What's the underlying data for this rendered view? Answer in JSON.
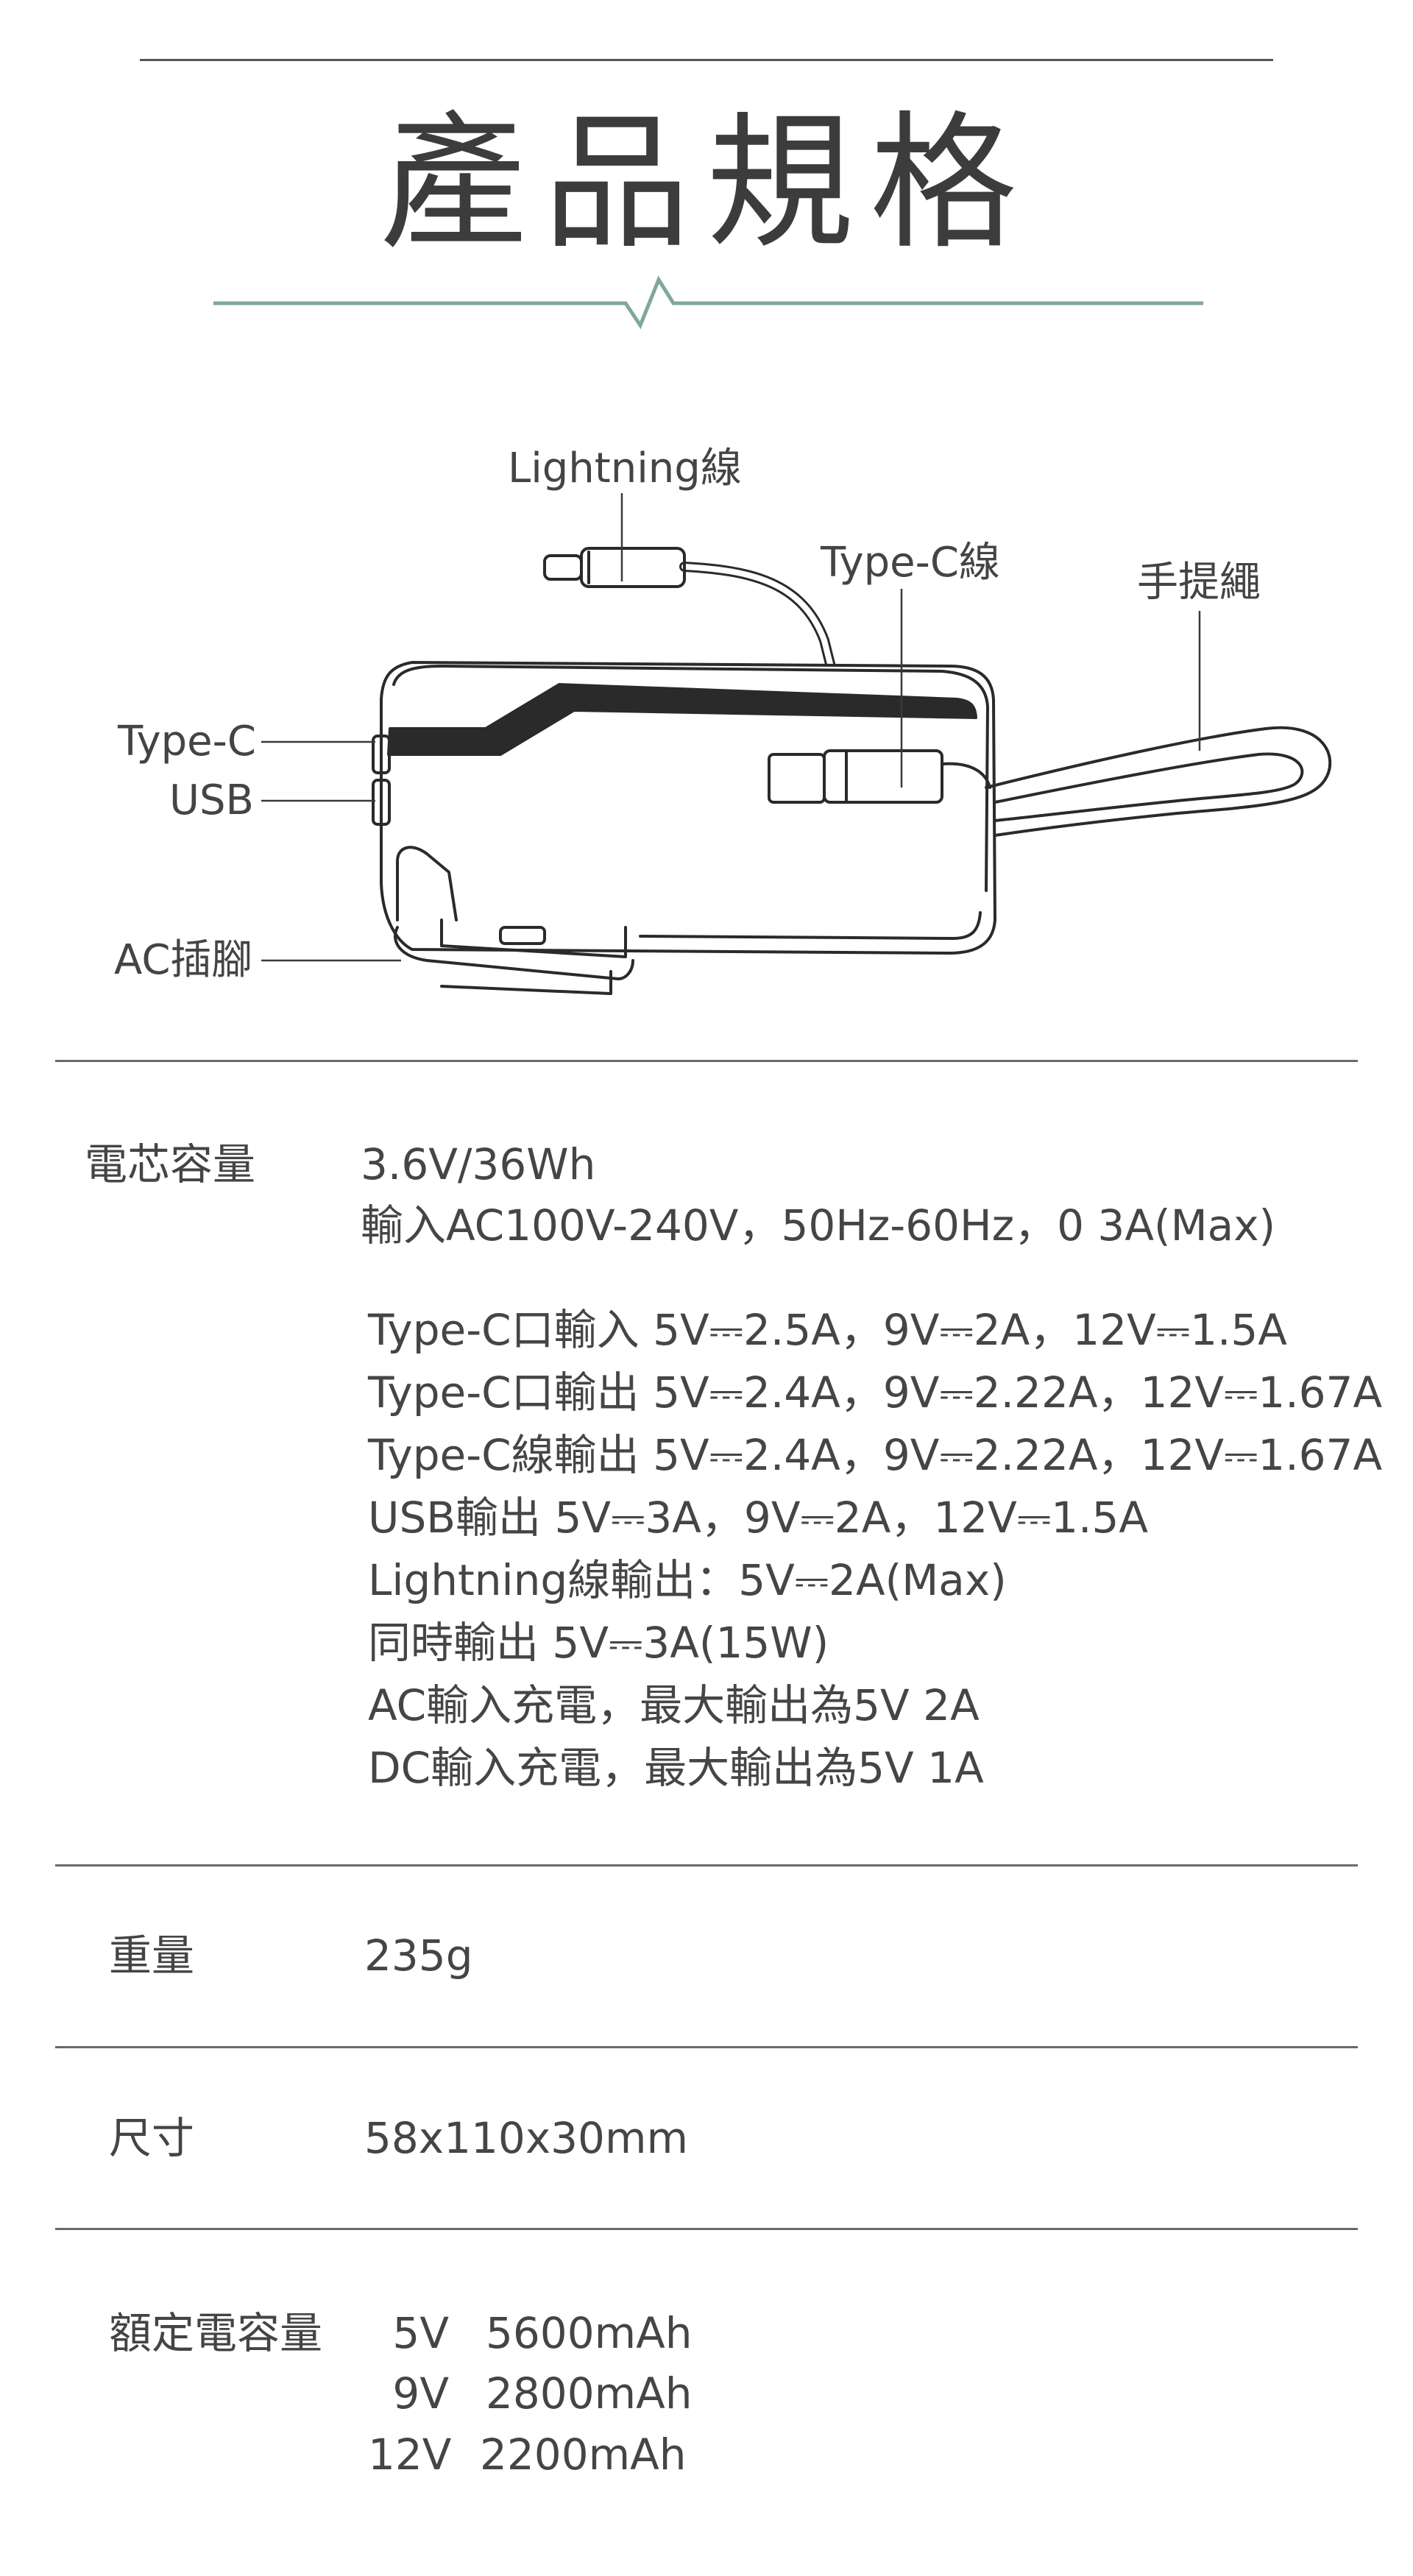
{
  "header": {
    "title": "產品規格",
    "accent_color": "#7fa89a"
  },
  "diagram": {
    "callouts": {
      "lightning": "Lightning線",
      "typec_cable": "Type-C線",
      "strap": "手提繩",
      "typec_port": "Type-C",
      "usb_port": "USB",
      "ac_plug": "AC插腳"
    }
  },
  "specs": {
    "capacity": {
      "label": "電芯容量",
      "lines": [
        "3.6V/36Wh",
        "輸入AC100V-240V，50Hz-60Hz，0 3A(Max)",
        "Type-C口輸入  5V⎓2.5A，9V⎓2A，12V⎓1.5A",
        "Type-C口輸出  5V⎓2.4A，9V⎓2.22A，12V⎓1.67A",
        "Type-C線輸出  5V⎓2.4A，9V⎓2.22A，12V⎓1.67A",
        "USB輸出  5V⎓3A，9V⎓2A，12V⎓1.5A",
        "Lightning線輸出：5V⎓2A(Max)",
        "同時輸出  5V⎓3A(15W)",
        "AC輸入充電，最大輸出為5V 2A",
        "DC輸入充電，最大輸出為5V 1A"
      ]
    },
    "weight": {
      "label": "重量",
      "value": "235g"
    },
    "size": {
      "label": "尺寸",
      "value": "58x110x30mm"
    },
    "rated": {
      "label": "額定電容量",
      "rows": [
        {
          "voltage": "5V",
          "capacity": "5600mAh"
        },
        {
          "voltage": "9V",
          "capacity": "2800mAh"
        },
        {
          "voltage": "12V",
          "capacity": "2200mAh"
        }
      ]
    }
  }
}
